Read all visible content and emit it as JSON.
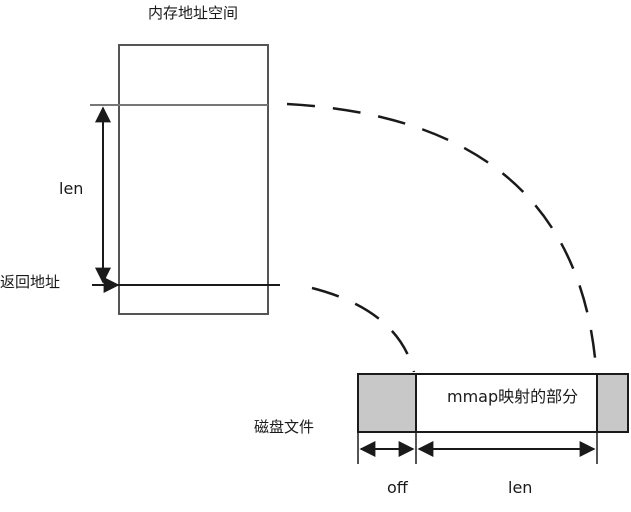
{
  "labels": {
    "title": "内存地址空间",
    "len_left": "len",
    "return_address": "返回地址",
    "mmap_region": "mmap映射的部分",
    "disk_file": "磁盘文件",
    "off": "off",
    "len_bottom": "len"
  },
  "colors": {
    "line": "#1a1a1a",
    "box_border": "#555555",
    "shaded": "#c8c8c8",
    "background": "#ffffff"
  }
}
